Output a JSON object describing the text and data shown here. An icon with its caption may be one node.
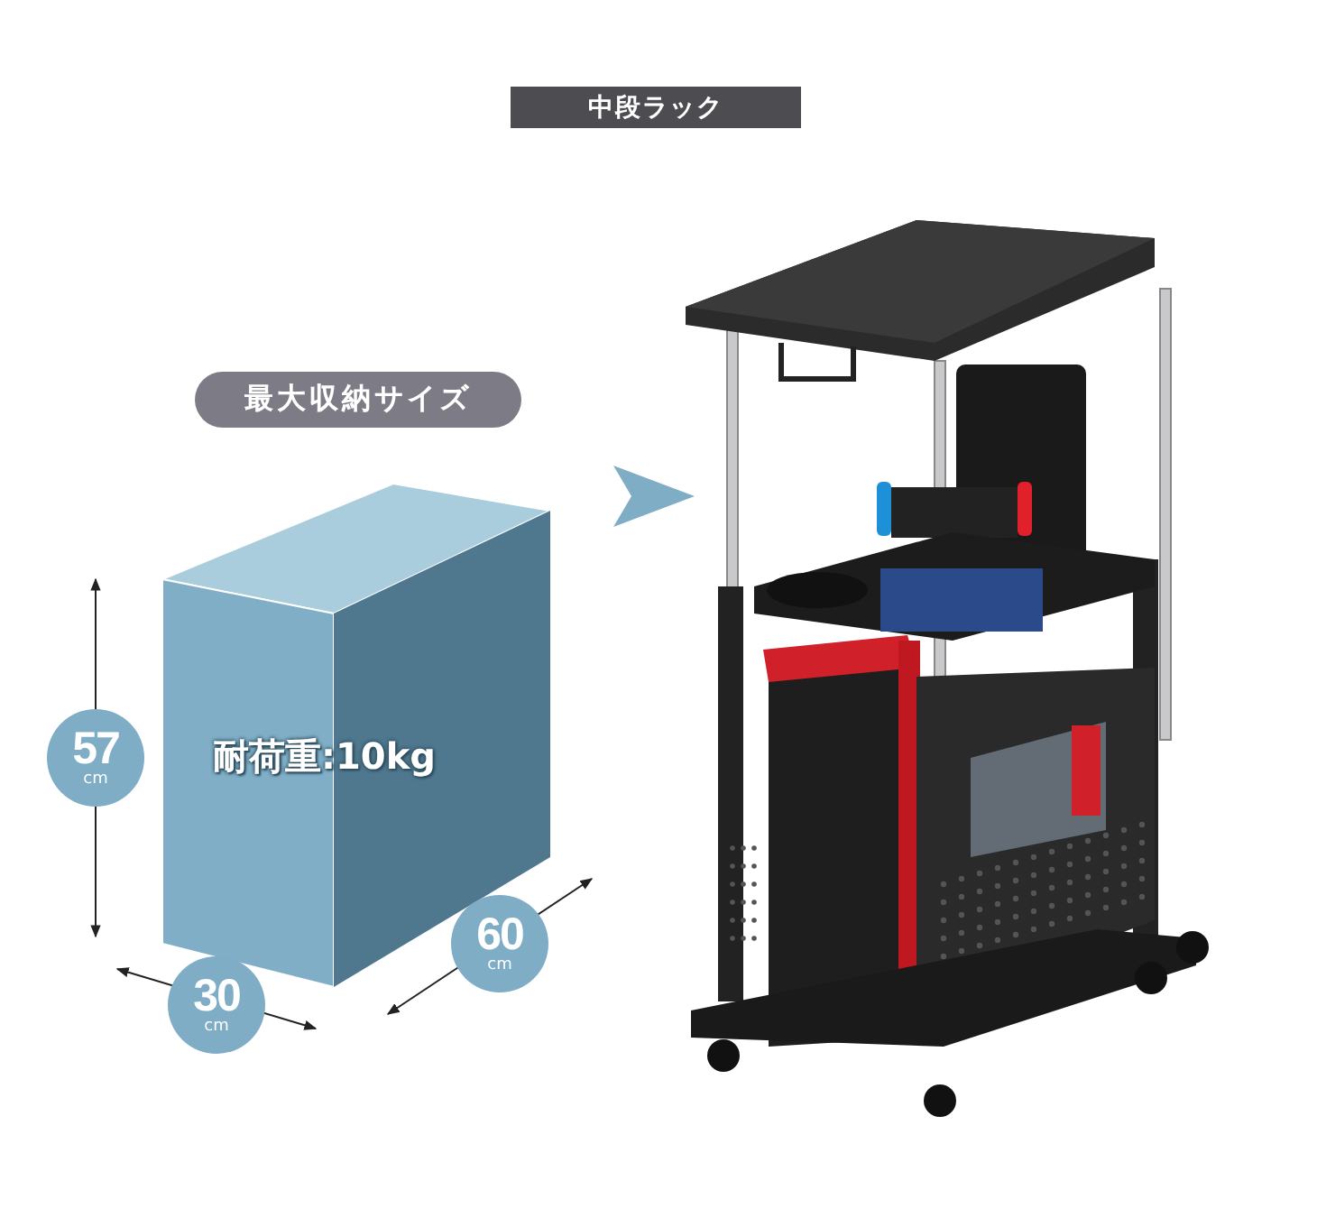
{
  "diagram": {
    "title": "中段ラック",
    "nodes": [
      {
        "text": [
          "最大収納サイズ"
        ]
      },
      {
        "text": [
          "耐荷重:10kg"
        ]
      },
      {
        "text": [],
        "shape": "picture"
      }
    ],
    "edges": [
      {
        "from": 1,
        "to": 2,
        "arrow": "to"
      }
    ],
    "labels": [
      "57",
      "cm",
      "30",
      "cm",
      "60",
      "cm"
    ]
  }
}
